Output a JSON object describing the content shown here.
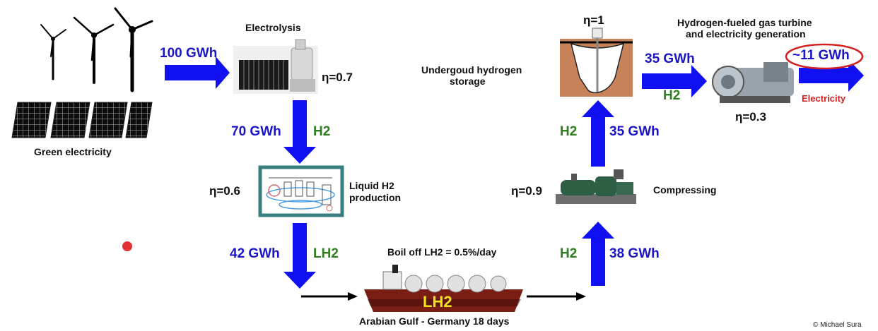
{
  "labels": {
    "green_electricity": "Green electricity",
    "electrolysis": "Electrolysis",
    "liquid_h2_line1": "Liquid H2",
    "liquid_h2_line2": "production",
    "boil_off": "Boil off LH2 = 0.5%/day",
    "route": "Arabian Gulf - Germany 18 days",
    "ship_cargo": "LH2",
    "compressing": "Compressing",
    "storage_line1": "Undergoud hydrogen",
    "storage_line2": "storage",
    "turbine_line1": "Hydrogen-fueled gas turbine",
    "turbine_line2": "and electricity generation",
    "electricity": "Electricity",
    "credit": "© Michael Sura"
  },
  "energy": {
    "input": "100 GWh",
    "after_electrolysis": "70 GWh",
    "after_liquefaction": "42 GWh",
    "after_shipping": "38 GWh",
    "after_compression": "35 GWh",
    "after_storage": "35 GWh",
    "output": "~11 GWh"
  },
  "carriers": {
    "electrolysis_out": "H2",
    "liquefaction_out": "LH2",
    "shipping_out": "H2",
    "compression_out": "H2",
    "storage_out": "H2"
  },
  "efficiency": {
    "electrolysis": "η=0.7",
    "liquefaction": "η=0.6",
    "compression": "η=0.9",
    "storage": "η=1",
    "turbine": "η=0.3"
  },
  "colors": {
    "energy_arrow": "#1010f0",
    "energy_text": "#1a14c8",
    "carrier_text": "#2e7d1e",
    "output_highlight": "#d42020",
    "liquefaction_frame": "#3a7f7f"
  }
}
